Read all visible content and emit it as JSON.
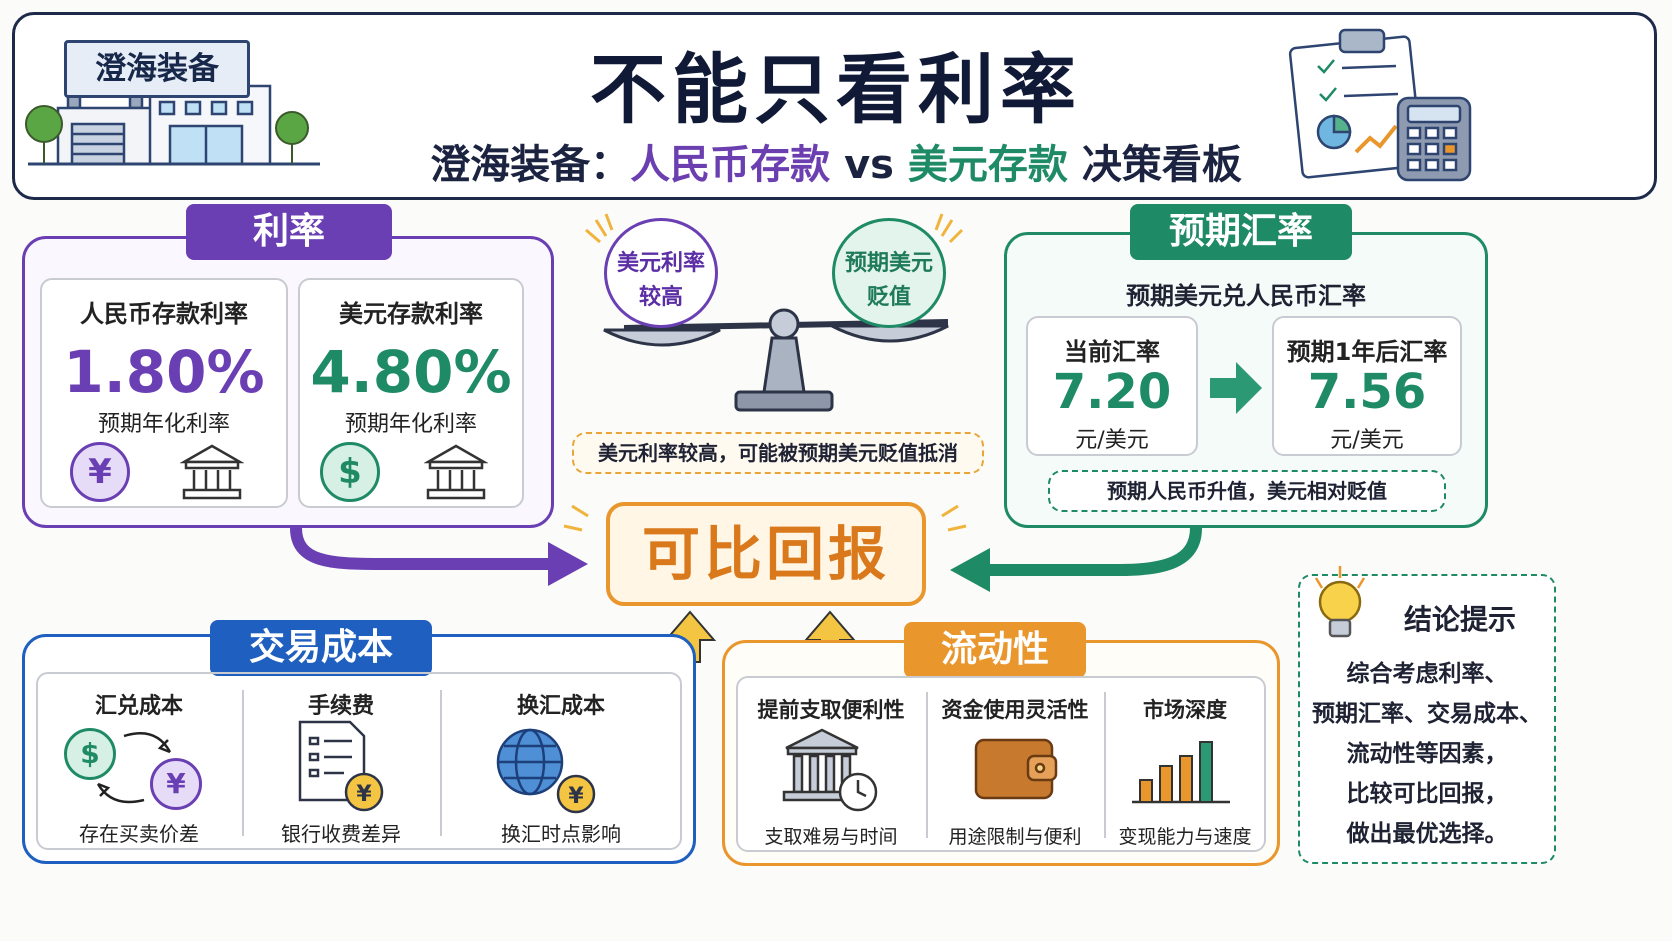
{
  "header": {
    "sign": "澄海装备",
    "title": "不能只看利率",
    "subtitle_prefix": "澄海装备：",
    "subtitle_rmb": "人民币存款",
    "subtitle_vs": " vs ",
    "subtitle_usd": "美元存款",
    "subtitle_suffix": " 决策看板"
  },
  "interest": {
    "tag": "利率",
    "rmb": {
      "title": "人民币存款利率",
      "value": "1.80%",
      "note": "预期年化利率"
    },
    "usd": {
      "title": "美元存款利率",
      "value": "4.80%",
      "note": "预期年化利率"
    },
    "yuan_symbol": "¥",
    "dollar_symbol": "$"
  },
  "scale": {
    "left": "美元利率较高",
    "right": "预期美元贬值",
    "note": "美元利率较高，可能被预期美元贬值抵消"
  },
  "center": {
    "label": "可比回报"
  },
  "fx": {
    "tag": "预期汇率",
    "heading": "预期美元兑人民币汇率",
    "current": {
      "title": "当前汇率",
      "value": "7.20",
      "unit": "元/美元"
    },
    "future": {
      "title": "预期1年后汇率",
      "value": "7.56",
      "unit": "元/美元"
    },
    "note": "预期人民币升值，美元相对贬值"
  },
  "cost": {
    "tag": "交易成本",
    "items": [
      {
        "title": "汇兑成本",
        "caption": "存在买卖价差"
      },
      {
        "title": "手续费",
        "caption": "银行收费差异"
      },
      {
        "title": "换汇成本",
        "caption": "换汇时点影响"
      }
    ]
  },
  "liquidity": {
    "tag": "流动性",
    "items": [
      {
        "title": "提前支取便利性",
        "caption": "支取难易与时间"
      },
      {
        "title": "资金使用灵活性",
        "caption": "用途限制与便利"
      },
      {
        "title": "市场深度",
        "caption": "变现能力与速度"
      }
    ]
  },
  "conclusion": {
    "title": "结论提示",
    "lines": [
      "综合考虑利率、",
      "预期汇率、交易成本、",
      "流动性等因素，",
      "比较可比回报，",
      "做出最优选择。"
    ]
  },
  "colors": {
    "purple": "#6a3fb3",
    "green": "#1f8a66",
    "blue": "#1f5fbf",
    "orange": "#e9962c",
    "navy": "#1d2a4a"
  }
}
